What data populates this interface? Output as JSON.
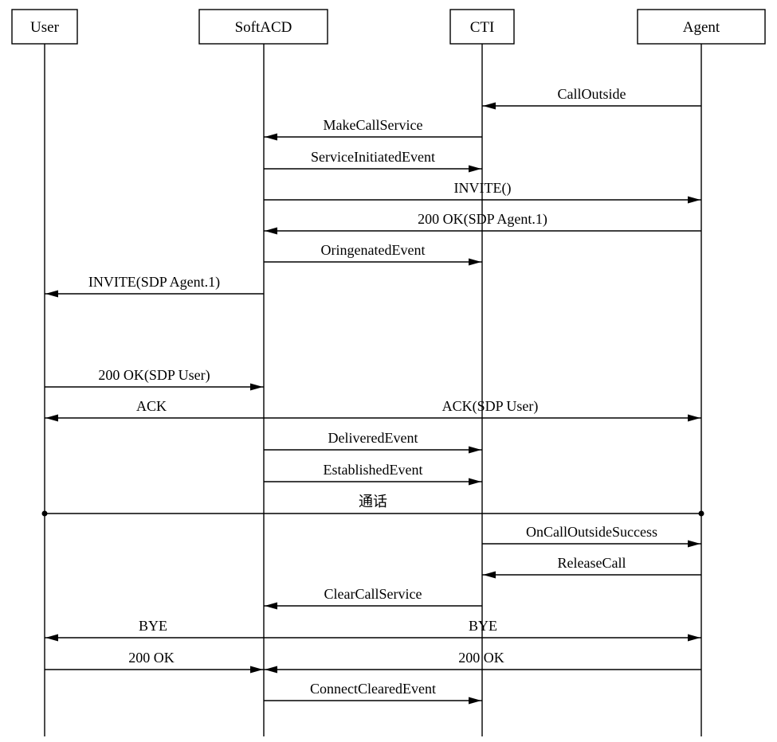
{
  "actors": [
    {
      "id": "user",
      "label": "User"
    },
    {
      "id": "softacd",
      "label": "SoftACD"
    },
    {
      "id": "cti",
      "label": "CTI"
    },
    {
      "id": "agent",
      "label": "Agent"
    }
  ],
  "messages": [
    {
      "from": "agent",
      "to": "cti",
      "label": "CallOutside"
    },
    {
      "from": "cti",
      "to": "softacd",
      "label": "MakeCallService"
    },
    {
      "from": "softacd",
      "to": "cti",
      "label": "ServiceInitiatedEvent"
    },
    {
      "from": "softacd",
      "to": "agent",
      "label": "INVITE()"
    },
    {
      "from": "agent",
      "to": "softacd",
      "label": "200 OK(SDP Agent.1)"
    },
    {
      "from": "softacd",
      "to": "cti",
      "label": "OringenatedEvent"
    },
    {
      "from": "softacd",
      "to": "user",
      "label": "INVITE(SDP Agent.1)"
    },
    {
      "from": "user",
      "to": "softacd",
      "label": "200 OK(SDP User)"
    },
    {
      "from": "softacd",
      "to": "user",
      "label": "ACK"
    },
    {
      "from": "softacd",
      "to": "agent",
      "label": "ACK(SDP User)"
    },
    {
      "from": "softacd",
      "to": "cti",
      "label": "DeliveredEvent"
    },
    {
      "from": "softacd",
      "to": "cti",
      "label": "EstablishedEvent"
    },
    {
      "from": "user",
      "to": "agent",
      "label": "通话",
      "style": "dots"
    },
    {
      "from": "cti",
      "to": "agent",
      "label": "OnCallOutsideSuccess"
    },
    {
      "from": "agent",
      "to": "cti",
      "label": "ReleaseCall"
    },
    {
      "from": "cti",
      "to": "softacd",
      "label": "ClearCallService"
    },
    {
      "from": "softacd",
      "to": "user",
      "label": "BYE"
    },
    {
      "from": "softacd",
      "to": "agent",
      "label": "BYE"
    },
    {
      "from": "user",
      "to": "softacd",
      "label": "200 OK"
    },
    {
      "from": "agent",
      "to": "softacd",
      "label": "200 OK"
    },
    {
      "from": "softacd",
      "to": "cti",
      "label": "ConnectClearedEvent"
    }
  ]
}
